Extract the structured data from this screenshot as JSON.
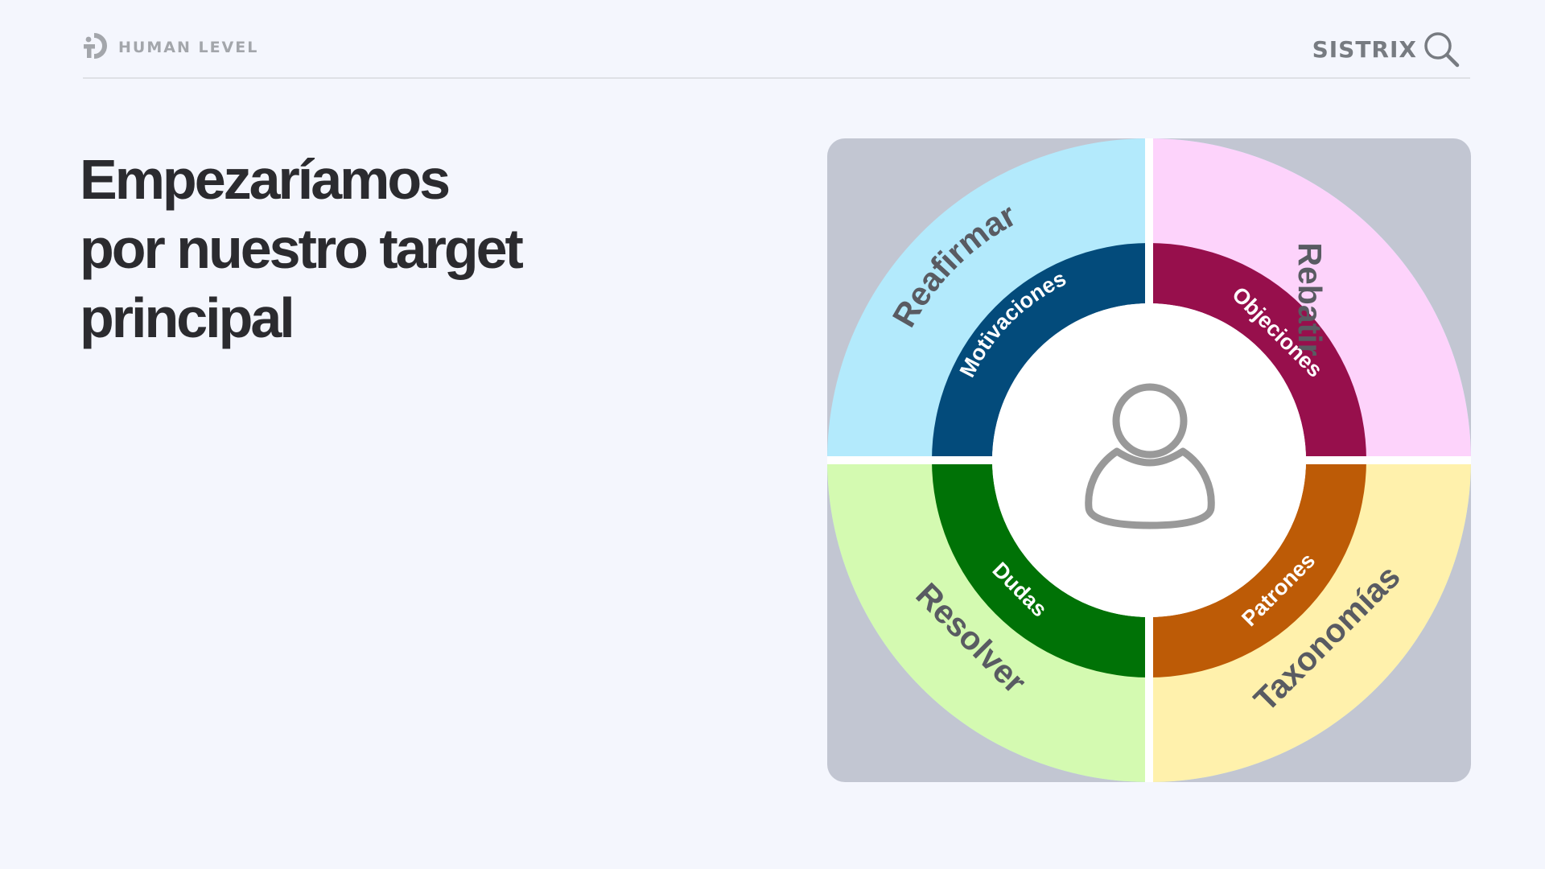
{
  "header": {
    "left_logo_text": "HUMAN LEVEL",
    "right_logo_text": "SISTRIX"
  },
  "title_lines": [
    "Empezaríamos",
    "por nuestro target",
    "principal"
  ],
  "diagram": {
    "center_icon": "user-icon",
    "quadrants": [
      {
        "id": "top-left",
        "outer": "Reafirmar",
        "inner": "Motivaciones",
        "outer_color": "#b3eafc",
        "inner_color": "#034b7b"
      },
      {
        "id": "top-right",
        "outer": "Rebatir",
        "inner": "Objeciones",
        "outer_color": "#fdd3fb",
        "inner_color": "#970f4c"
      },
      {
        "id": "bottom-right",
        "outer": "Taxonomías",
        "inner": "Patrones",
        "outer_color": "#fff1ac",
        "inner_color": "#bd5b06"
      },
      {
        "id": "bottom-left",
        "outer": "Resolver",
        "inner": "Dudas",
        "outer_color": "#d4fab1",
        "inner_color": "#007206"
      }
    ],
    "background_color": "#c2c6d2",
    "outer_text_color": "#595b62",
    "inner_text_color": "#ffffff"
  }
}
